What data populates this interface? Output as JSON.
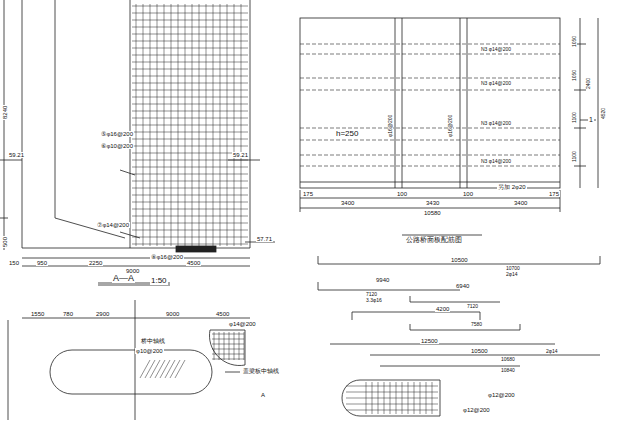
{
  "diagram": {
    "labels": [
      "⑤φ16@200",
      "⑥φ10@200",
      "⑦φ14@200",
      "⑧φ16@200",
      "59.21",
      "59.21",
      "8240",
      "500",
      "57.71",
      "150",
      "950",
      "2250",
      "4500",
      "9000",
      "A—A",
      "1:50",
      "N3 φ14@200",
      "N3 φ14@200",
      "N3 φ14@200",
      "N3 φ14@200",
      "h=250",
      "φ16@200",
      "φ16@200",
      "另加 2φ20",
      "175",
      "3400",
      "100",
      "3430",
      "100",
      "3400",
      "175",
      "10580",
      "1050",
      "1050",
      "1100",
      "1100",
      "2400",
      "4520",
      "1",
      "公路桥面板配筋图",
      "10500",
      "10700",
      "2φ14",
      "9940",
      "7120",
      "3.3φ16",
      "6940",
      "7120",
      "4200",
      "7580",
      "12500",
      "10500",
      "10680",
      "2φ14",
      "10840",
      "φ12@200",
      "φ12@200",
      "1550",
      "780",
      "2900",
      "9000",
      "4500",
      "桥中轴线",
      "φ14@200",
      "φ10@200",
      "盖梁板中轴线",
      "A"
    ]
  }
}
